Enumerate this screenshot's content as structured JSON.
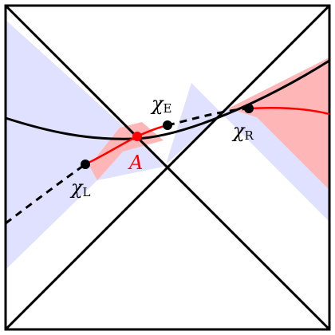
{
  "labels": {
    "point_a": "A",
    "chi_e": {
      "symbol": "χ",
      "sub": "E"
    },
    "chi_l": {
      "symbol": "χ",
      "sub": "L"
    },
    "chi_r": {
      "symbol": "χ",
      "sub": "R"
    }
  },
  "colors": {
    "wedge_fill": "#e0e0ff",
    "highlight_fill": "#ffb6b6",
    "curve_red": "#ff0000",
    "ink": "#000000"
  }
}
